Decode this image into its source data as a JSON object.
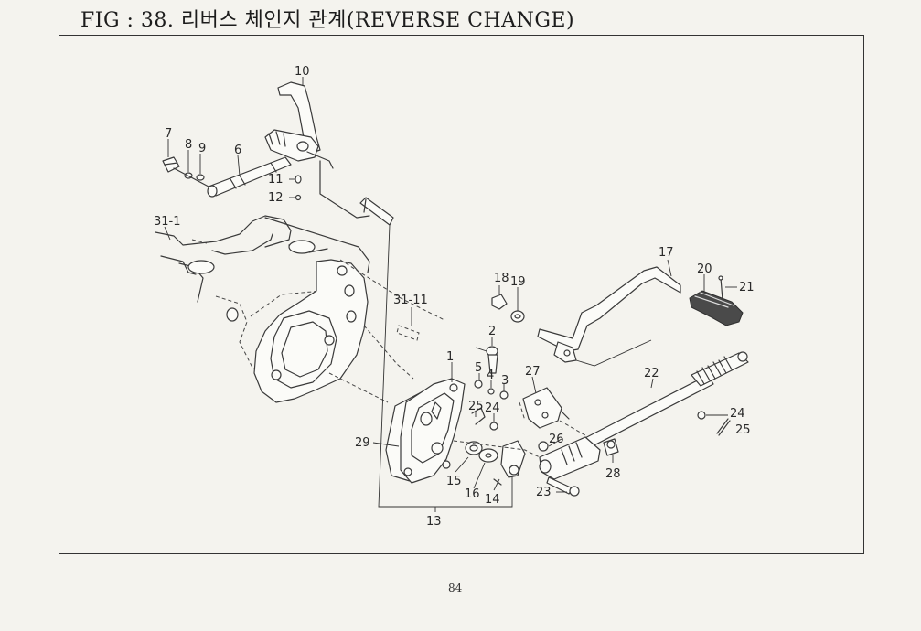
{
  "title": "FIG : 38. 리버스 체인지 관계(REVERSE CHANGE)",
  "page_number": "84",
  "callouts": {
    "c10": "10",
    "c7": "7",
    "c8": "8",
    "c9": "9",
    "c6": "6",
    "c11": "11",
    "c12": "12",
    "c31_1": "31-1",
    "c31_11": "31-11",
    "c18": "18",
    "c19": "19",
    "c17": "17",
    "c20": "20",
    "c21": "21",
    "c2": "2",
    "c1": "1",
    "c5": "5",
    "c4": "4",
    "c3": "3",
    "c25a": "25",
    "c24a": "24",
    "c27": "27",
    "c22": "22",
    "c24b": "24",
    "c25b": "25",
    "c26": "26",
    "c29": "29",
    "c15": "15",
    "c16": "16",
    "c14": "14",
    "c23": "23",
    "c28": "28",
    "c13": "13"
  }
}
